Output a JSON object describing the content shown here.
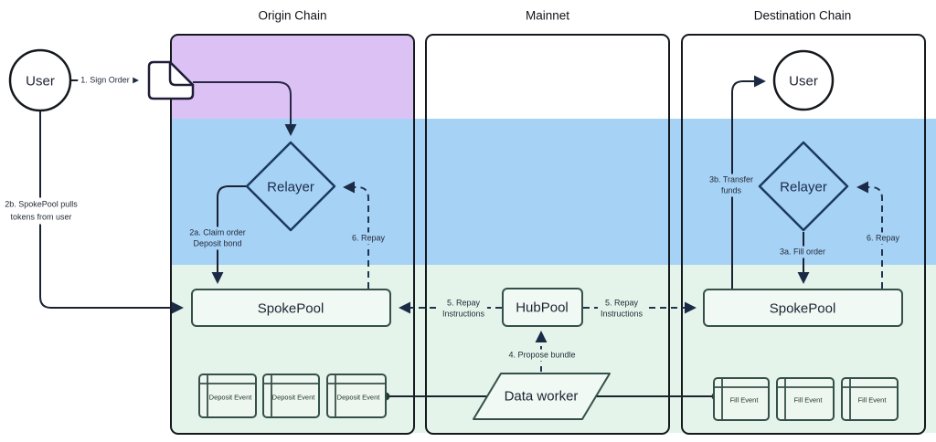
{
  "titles": {
    "origin": "Origin Chain",
    "mainnet": "Mainnet",
    "destination": "Destination Chain"
  },
  "nodes": {
    "user_origin": "User",
    "user_destination": "User",
    "order_document_icon": "signed-order-document",
    "relayer_origin": "Relayer",
    "relayer_destination": "Relayer",
    "spokepool_origin": "SpokePool",
    "hubpool": "HubPool",
    "spokepool_destination": "SpokePool",
    "data_worker": "Data worker",
    "deposit_events": [
      "Deposit Event",
      "Deposit Event",
      "Deposit Event"
    ],
    "fill_events": [
      "Fill Event",
      "Fill Event",
      "Fill Event"
    ]
  },
  "edge_labels": {
    "sign_order": "1. Sign Order",
    "claim_order": [
      "2a. Claim order",
      "Deposit bond"
    ],
    "spokepool_pulls": [
      "2b. SpokePool pulls",
      "tokens from user"
    ],
    "fill_order": "3a. Fill order",
    "transfer_funds": [
      "3b. Transfer",
      "funds"
    ],
    "propose_bundle": "4. Propose bundle",
    "repay_instructions_left": [
      "5. Repay",
      "Instructions"
    ],
    "repay_instructions_right": [
      "5. Repay",
      "Instructions"
    ],
    "repay_origin": "6. Repay",
    "repay_destination": "6. Repay"
  },
  "colors": {
    "band_purple": "#DCC2F4",
    "band_blue": "#A6D2F6",
    "band_green": "#E4F4EA",
    "node_fill": "#F0F9F3",
    "node_border": "#35504A",
    "diamond_stroke": "#1C3A60",
    "line_solid": "#1A2130",
    "line_dashed": "#20344F",
    "chain_border": "#15181D"
  }
}
